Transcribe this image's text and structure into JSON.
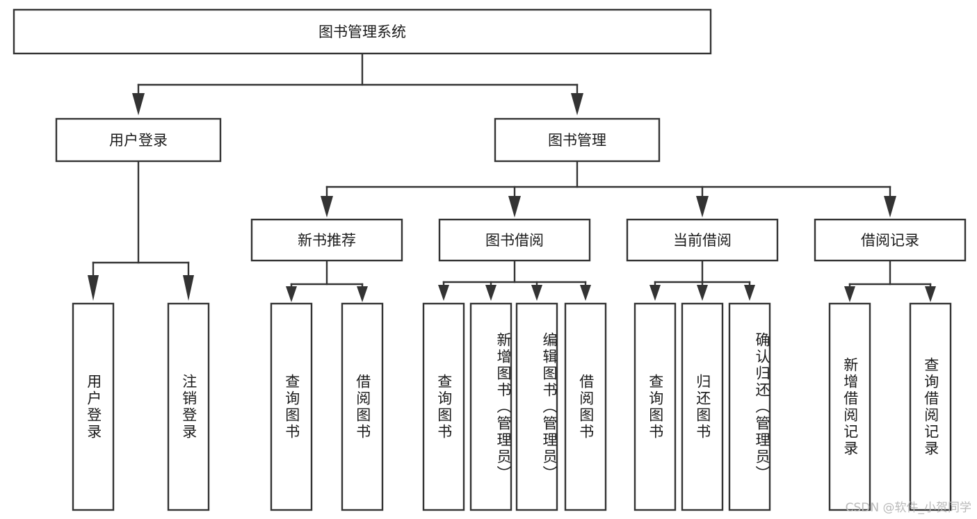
{
  "diagram": {
    "title": "图书管理系统",
    "type": "tree-hierarchy-chart",
    "orientation": "top-down",
    "colors": {
      "box_stroke": "#333333",
      "box_fill": "#ffffff",
      "text": "#1a1a1a",
      "background": "#ffffff",
      "watermark": "#b9b9b9"
    },
    "root": {
      "label": "图书管理系统",
      "text_direction": "horizontal"
    },
    "level2": [
      {
        "label": "用户登录",
        "text_direction": "horizontal"
      },
      {
        "label": "图书管理",
        "text_direction": "horizontal"
      }
    ],
    "level3": [
      {
        "label": "新书推荐",
        "text_direction": "horizontal"
      },
      {
        "label": "图书借阅",
        "text_direction": "horizontal"
      },
      {
        "label": "当前借阅",
        "text_direction": "horizontal"
      },
      {
        "label": "借阅记录",
        "text_direction": "horizontal"
      }
    ],
    "leaves": {
      "user_login": [
        {
          "label": "用户登录",
          "text_direction": "vertical"
        },
        {
          "label": "注销登录",
          "text_direction": "vertical"
        }
      ],
      "new_book_recommend": [
        {
          "label": "查询图书",
          "text_direction": "vertical"
        },
        {
          "label": "借阅图书",
          "text_direction": "vertical"
        }
      ],
      "book_borrow": [
        {
          "label": "查询图书",
          "text_direction": "vertical"
        },
        {
          "label": "新增图书（管理员）",
          "text_direction": "vertical"
        },
        {
          "label": "编辑图书（管理员）",
          "text_direction": "vertical"
        },
        {
          "label": "借阅图书",
          "text_direction": "vertical"
        }
      ],
      "current_borrow": [
        {
          "label": "查询图书",
          "text_direction": "vertical"
        },
        {
          "label": "归还图书",
          "text_direction": "vertical"
        },
        {
          "label": "确认归还（管理员）",
          "text_direction": "vertical"
        }
      ],
      "borrow_record": [
        {
          "label": "新增借阅记录",
          "text_direction": "vertical"
        },
        {
          "label": "查询借阅记录",
          "text_direction": "vertical"
        }
      ]
    },
    "watermark": "CSDN @软件_小贺同学"
  }
}
